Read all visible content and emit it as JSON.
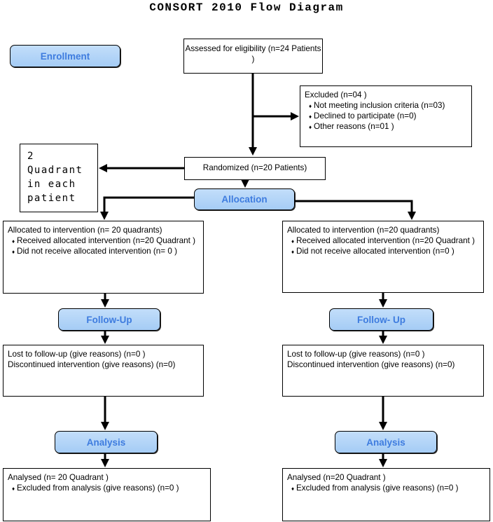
{
  "title": "CONSORT 2010 Flow Diagram",
  "bullet_glyph": "♦",
  "colors": {
    "stage_fill": "#ADD2F6",
    "stage_fill_light": "#C3DEFA",
    "stage_text": "#3E7CDF",
    "box_border": "#000000",
    "arrow": "#000000",
    "background": "#FFFFFF"
  },
  "labels": {
    "enrollment": "Enrollment",
    "allocation": "Allocation",
    "followup_left": "Follow-Up",
    "followup_right": "Follow- Up",
    "analysis_left": "Analysis",
    "analysis_right": "Analysis"
  },
  "boxes": {
    "assessed": {
      "text": "Assessed for eligibility (n=24 Patients )"
    },
    "excluded": {
      "heading": "Excluded (n=04 )",
      "bullets": [
        "Not meeting inclusion criteria (n=03)",
        "Declined to participate (n=0)",
        "Other reasons (n=01 )"
      ]
    },
    "quadrant_note": {
      "lines": [
        "2",
        "Quadrant",
        "in each",
        "patient"
      ]
    },
    "randomized": {
      "text": "Randomized (n=20 Patients)"
    },
    "allocated_left": {
      "heading": "Allocated to intervention (n= 20 quadrants)",
      "bullets": [
        "Received allocated intervention (n=20 Quadrant )",
        "Did not receive allocated intervention (n= 0 )"
      ]
    },
    "allocated_right": {
      "heading": "Allocated to intervention (n=20 quadrants)",
      "bullets": [
        "Received allocated intervention (n=20 Quadrant )",
        "Did not receive allocated intervention (n=0 )"
      ]
    },
    "followup_left": {
      "lines": [
        "Lost to follow-up (give reasons) (n=0 )",
        "Discontinued intervention (give reasons) (n=0)"
      ]
    },
    "followup_right": {
      "lines": [
        "Lost to follow-up (give reasons) (n=0 )",
        "Discontinued intervention (give reasons) (n=0)"
      ]
    },
    "analysed_left": {
      "heading": "Analysed (n= 20 Quadrant )",
      "bullets": [
        "Excluded from analysis (give reasons) (n=0 )"
      ]
    },
    "analysed_right": {
      "heading": "Analysed (n=20 Quadrant )",
      "bullets": [
        "Excluded from analysis (give reasons) (n=0 )"
      ]
    }
  }
}
